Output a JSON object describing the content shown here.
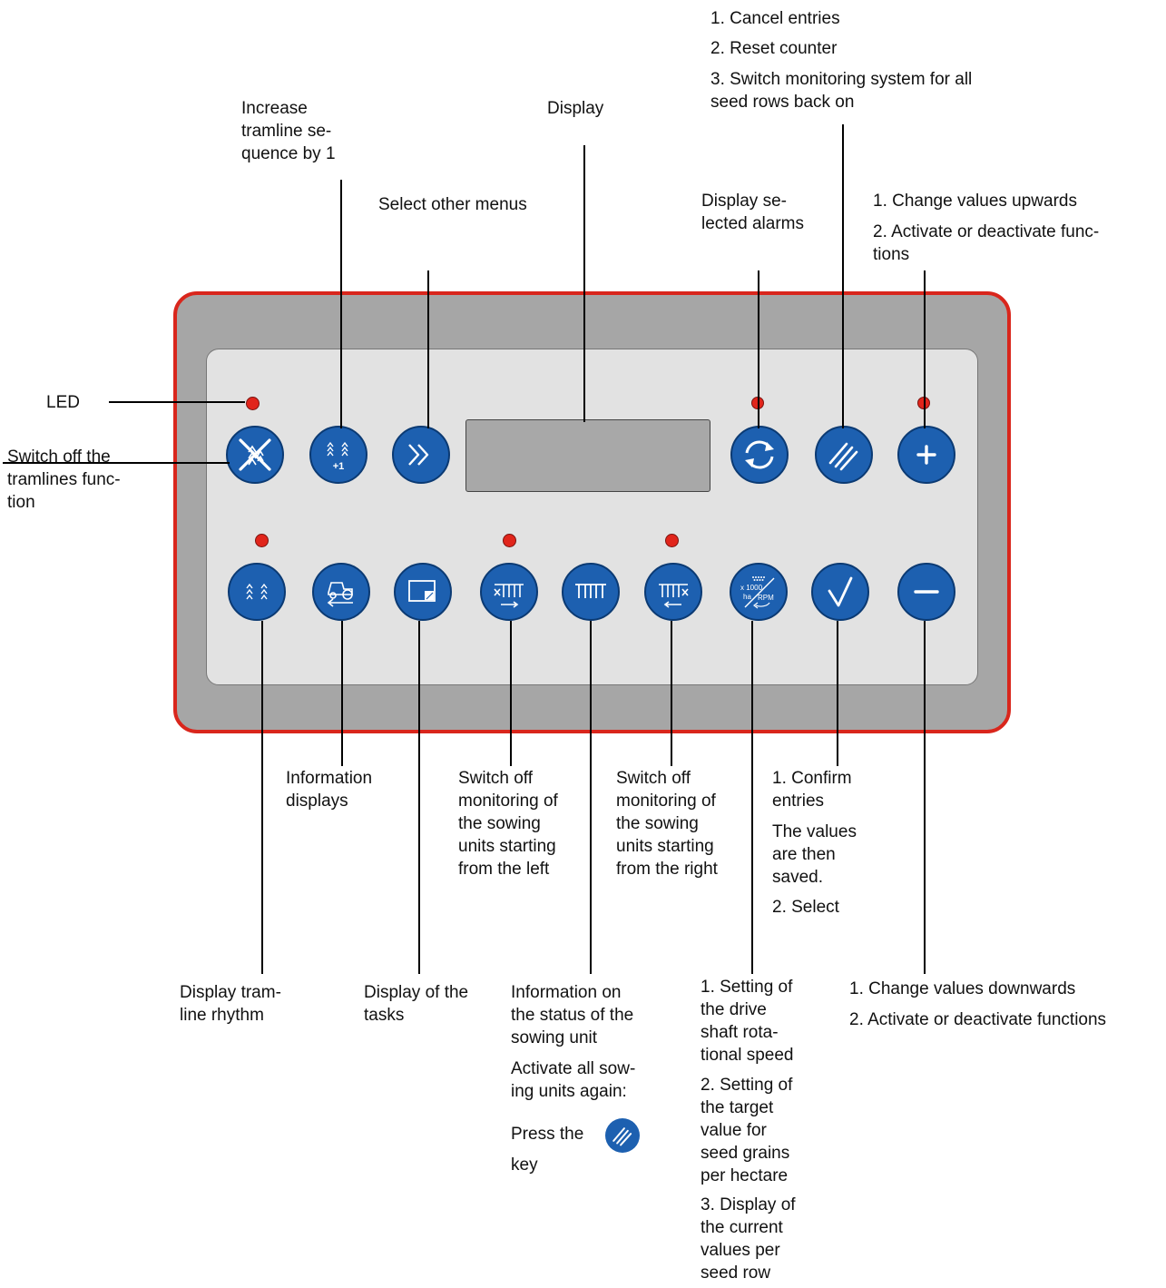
{
  "colors": {
    "key_blue": "#1d60b0",
    "frame_red": "#d9261c",
    "led_red": "#e1251b"
  },
  "keys_top": [
    {
      "name": "tramlines-off-key",
      "icon": "tramlines-off-icon"
    },
    {
      "name": "tramline-plus-one-key",
      "icon": "tramline-plus-one-icon",
      "glyph": "+1"
    },
    {
      "name": "menu-forward-key",
      "icon": "double-chevron-right-icon"
    },
    {
      "name": "alarms-key",
      "icon": "refresh-icon"
    },
    {
      "name": "reset-key",
      "icon": "triple-slash-icon"
    },
    {
      "name": "plus-key",
      "icon": "plus-icon"
    }
  ],
  "keys_bottom": [
    {
      "name": "tramline-rhythm-key",
      "icon": "tramline-rhythm-icon"
    },
    {
      "name": "information-key",
      "icon": "tractor-icon"
    },
    {
      "name": "tasks-key",
      "icon": "tasks-icon"
    },
    {
      "name": "left-units-off-key",
      "icon": "seed-units-left-icon"
    },
    {
      "name": "unit-status-key",
      "icon": "seed-units-icon"
    },
    {
      "name": "right-units-off-key",
      "icon": "seed-units-right-icon"
    },
    {
      "name": "rpm-key",
      "icon": "rpm-icon",
      "glyph_top": "x 1000",
      "glyph_left": "ha",
      "glyph_right": "RPM"
    },
    {
      "name": "confirm-key",
      "icon": "checkmark-icon"
    },
    {
      "name": "minus-key",
      "icon": "minus-icon"
    }
  ],
  "labels": {
    "cancel": "1. Cancel entries",
    "reset": "2. Reset counter",
    "switch_monitoring": "3. Switch monitoring system for all\nseed rows back on",
    "increase_tramline": "Increase\ntramline se-\nquence by 1",
    "display": "Display",
    "select_menus": "Select other menus",
    "display_alarms": "Display se-\nlected alarms",
    "change_up": "1. Change values upwards",
    "activate_up": "2. Activate or deactivate func-\ntions",
    "led": "LED",
    "switch_tramlines": "Switch off the\ntramlines func-\ntion",
    "information_displays": "Information\ndisplays",
    "switch_left": "Switch off\nmonitoring of\nthe sowing\nunits starting\nfrom the left",
    "switch_right": "Switch off\nmonitoring of\nthe sowing\nunits starting\nfrom the right",
    "confirm": "1. Confirm\nentries",
    "values_saved": "The values\nare then\nsaved.",
    "select": "2. Select",
    "tramline_rhythm": "Display tram-\nline rhythm",
    "display_tasks": "Display of the\ntasks",
    "status_sowing": "Information on\nthe status of the\nsowing unit",
    "activate_all": "Activate all sow-\ning units again:",
    "press_the": "Press the",
    "key": "key",
    "setting_drive": "1. Setting of\nthe drive\nshaft rota-\ntional speed",
    "setting_target": "2. Setting of\nthe target\nvalue for\nseed grains\nper hectare",
    "display_current": "3. Display of\nthe current\nvalues per\nseed row",
    "change_down": "1. Change values downwards",
    "activate_down": "2. Activate or deactivate functions"
  }
}
